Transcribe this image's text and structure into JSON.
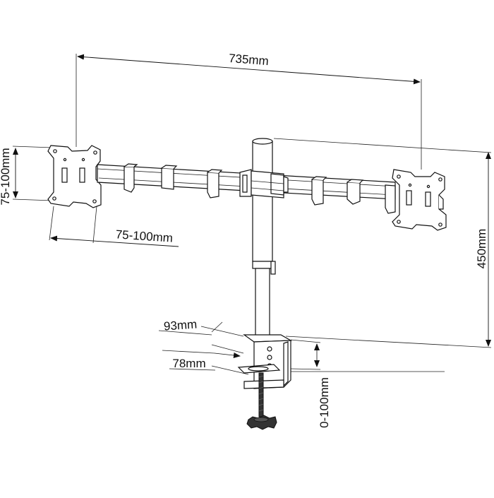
{
  "diagram": {
    "dimensions": {
      "total_width": "735mm",
      "vesa_height": "75-100mm",
      "vesa_width": "75-100mm",
      "pole_height": "450mm",
      "clamp_depth": "93mm",
      "clamp_inner": "78mm",
      "desk_range": "0-100mm"
    },
    "colors": {
      "line": "#111111",
      "fill": "#ffffff",
      "dark_part": "#333333"
    }
  }
}
